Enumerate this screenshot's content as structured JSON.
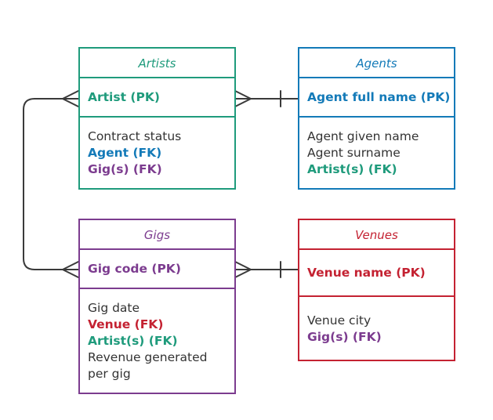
{
  "colors": {
    "artists": "#1f9b7c",
    "agents": "#137ab8",
    "gigs": "#7c3c8f",
    "venues": "#c42232",
    "line": "#3a3a3a",
    "text": "#333333"
  },
  "entities": {
    "artists": {
      "title": "Artists",
      "pk": "Artist (PK)",
      "attrs": [
        "Contract status",
        "Agent (FK)",
        "Gig(s) (FK)"
      ]
    },
    "agents": {
      "title": "Agents",
      "pk": "Agent full name (PK)",
      "attrs": [
        "Agent given name",
        "Agent surname",
        "Artist(s) (FK)"
      ]
    },
    "gigs": {
      "title": "Gigs",
      "pk": "Gig code (PK)",
      "attrs": [
        "Gig date",
        "Venue (FK)",
        "Artist(s) (FK)",
        "Revenue generated",
        "per gig"
      ]
    },
    "venues": {
      "title": "Venues",
      "pk": "Venue name (PK)",
      "attrs": [
        "Venue city",
        "Gig(s) (FK)"
      ]
    }
  }
}
